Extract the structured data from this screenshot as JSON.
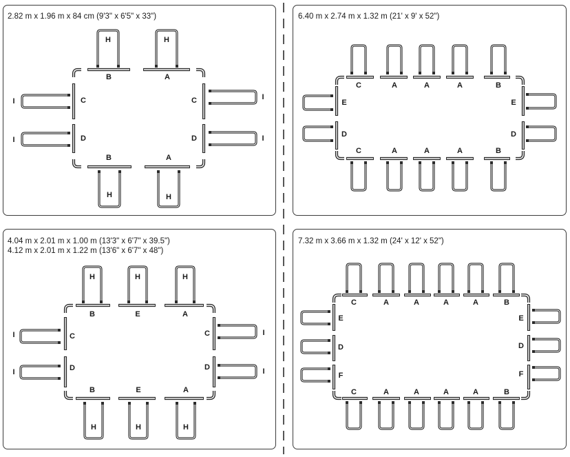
{
  "panels": [
    {
      "dimensions": [
        "2.82 m x 1.96 m x 84 cm (9'3\" x 6'5\" x 33\")"
      ],
      "labels": {
        "top_legs": [
          "H",
          "H"
        ],
        "top_rails": [
          "B",
          "A"
        ],
        "side_rails": [
          "C",
          "D"
        ],
        "side_legs": [
          "I",
          "I"
        ],
        "bottom_rails": [
          "B",
          "A"
        ],
        "bottom_legs": [
          "H",
          "H"
        ]
      }
    },
    {
      "dimensions": [
        "6.40 m x 2.74 m x 1.32 m (21' x 9' x 52\")"
      ],
      "labels": {
        "top_rails": [
          "C",
          "A",
          "A",
          "A",
          "B"
        ],
        "side_rails": [
          "E",
          "D"
        ],
        "bottom_rails": [
          "C",
          "A",
          "A",
          "A",
          "B"
        ]
      }
    },
    {
      "dimensions": [
        "4.04 m x 2.01 m x 1.00 m (13'3\" x 6'7\" x 39.5\")",
        "4.12 m x 2.01 m x 1.22 m (13'6\" x 6'7\" x 48\")"
      ],
      "labels": {
        "top_legs": [
          "H",
          "H",
          "H"
        ],
        "top_rails": [
          "B",
          "E",
          "A"
        ],
        "side_rails": [
          "C",
          "D"
        ],
        "side_legs": [
          "I",
          "I"
        ],
        "bottom_rails": [
          "B",
          "E",
          "A"
        ],
        "bottom_legs": [
          "H",
          "H",
          "H"
        ]
      }
    },
    {
      "dimensions": [
        "7.32 m x 3.66 m x 1.32 m (24' x 12' x 52\")"
      ],
      "labels": {
        "top_rails": [
          "C",
          "A",
          "A",
          "A",
          "A",
          "B"
        ],
        "side_rails": [
          "E",
          "D",
          "F"
        ],
        "bottom_rails": [
          "C",
          "A",
          "A",
          "A",
          "A",
          "B"
        ]
      }
    }
  ]
}
